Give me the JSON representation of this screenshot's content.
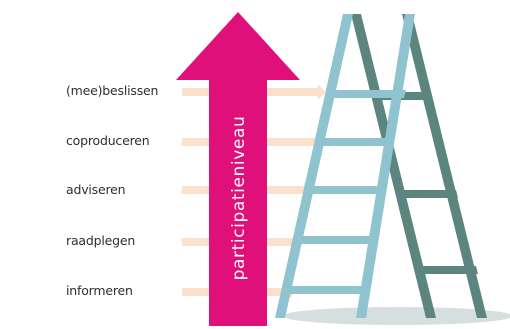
{
  "diagram": {
    "arrow_label": "participatieniveau",
    "levels": [
      "(mee)beslissen",
      "coproduceren",
      "adviseren",
      "raadplegen",
      "informeren"
    ],
    "colors": {
      "arrow": "#e0107a",
      "connector": "#fbe1cb",
      "ladder_front": "#8fc3cf",
      "ladder_back": "#5d8580",
      "ground": "#d7dedf",
      "text": "#2f2f33"
    }
  }
}
